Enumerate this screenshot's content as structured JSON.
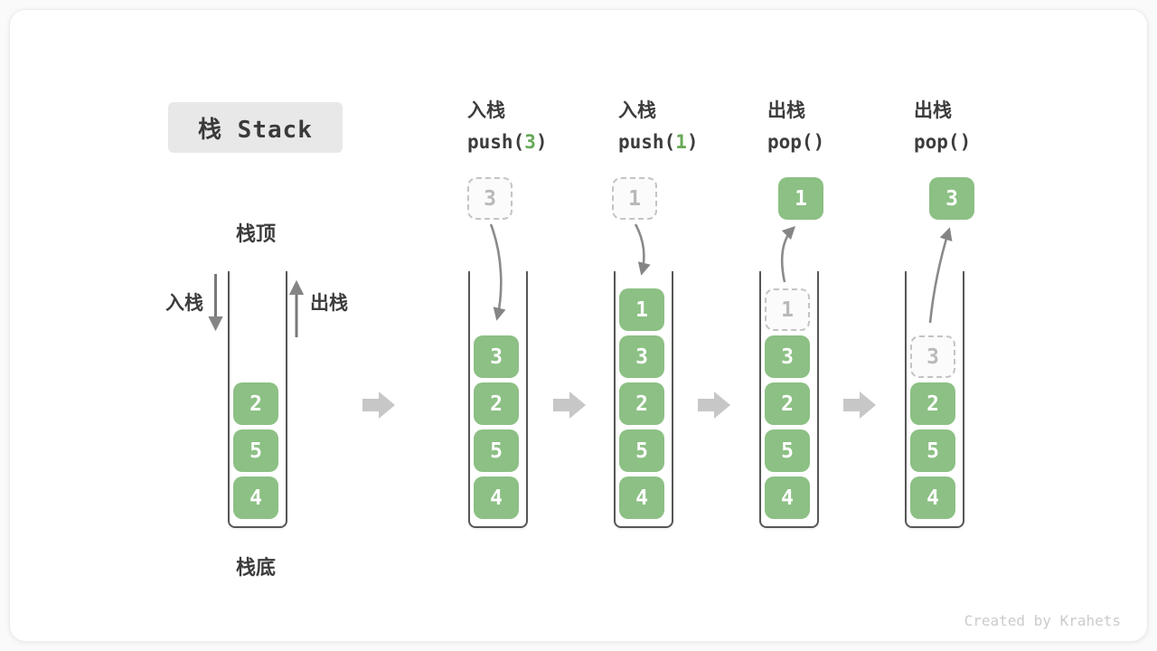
{
  "title": "栈 Stack",
  "watermark": "Created by Krahets",
  "labels": {
    "stack_top": "栈顶",
    "stack_bottom": "栈底",
    "push_arrow": "入栈",
    "pop_arrow": "出栈"
  },
  "colors": {
    "cell_green": "#8cc084",
    "arg_green": "#67a857",
    "dashed_border": "#c4c4c4",
    "dashed_text": "#b9b9b9",
    "arrow_gray": "#8a8a8a",
    "block_arrow_gray": "#c7c7c7",
    "container_wall": "#565656",
    "title_bg": "#e8e8e8",
    "text_dark": "#3c3c3c",
    "watermark_gray": "#cbcbcb"
  },
  "columns": [
    {
      "name": "initial-state",
      "stack": [
        {
          "value": "2",
          "variant": "solid"
        },
        {
          "value": "5",
          "variant": "solid"
        },
        {
          "value": "4",
          "variant": "solid"
        }
      ]
    },
    {
      "name": "push-3",
      "header": {
        "op": "入栈",
        "fn_open": "push(",
        "arg": "3",
        "fn_close": ")"
      },
      "floating": {
        "value": "3",
        "variant": "dashed"
      },
      "arrow": "push-in",
      "stack": [
        {
          "value": "3",
          "variant": "solid"
        },
        {
          "value": "2",
          "variant": "solid"
        },
        {
          "value": "5",
          "variant": "solid"
        },
        {
          "value": "4",
          "variant": "solid"
        }
      ]
    },
    {
      "name": "push-1",
      "header": {
        "op": "入栈",
        "fn_open": "push(",
        "arg": "1",
        "fn_close": ")"
      },
      "floating": {
        "value": "1",
        "variant": "dashed"
      },
      "arrow": "push-in",
      "stack": [
        {
          "value": "1",
          "variant": "solid"
        },
        {
          "value": "3",
          "variant": "solid"
        },
        {
          "value": "2",
          "variant": "solid"
        },
        {
          "value": "5",
          "variant": "solid"
        },
        {
          "value": "4",
          "variant": "solid"
        }
      ]
    },
    {
      "name": "pop-1",
      "header": {
        "op": "出栈",
        "fn_open": "pop(",
        "arg": "",
        "fn_close": ")"
      },
      "floating": {
        "value": "1",
        "variant": "solid"
      },
      "arrow": "pop-out",
      "stack": [
        {
          "value": "1",
          "variant": "dashed"
        },
        {
          "value": "3",
          "variant": "solid"
        },
        {
          "value": "2",
          "variant": "solid"
        },
        {
          "value": "5",
          "variant": "solid"
        },
        {
          "value": "4",
          "variant": "solid"
        }
      ]
    },
    {
      "name": "pop-3",
      "header": {
        "op": "出栈",
        "fn_open": "pop(",
        "arg": "",
        "fn_close": ")"
      },
      "floating": {
        "value": "3",
        "variant": "solid"
      },
      "arrow": "pop-out",
      "stack": [
        {
          "value": "3",
          "variant": "dashed"
        },
        {
          "value": "2",
          "variant": "solid"
        },
        {
          "value": "5",
          "variant": "solid"
        },
        {
          "value": "4",
          "variant": "solid"
        }
      ]
    }
  ]
}
